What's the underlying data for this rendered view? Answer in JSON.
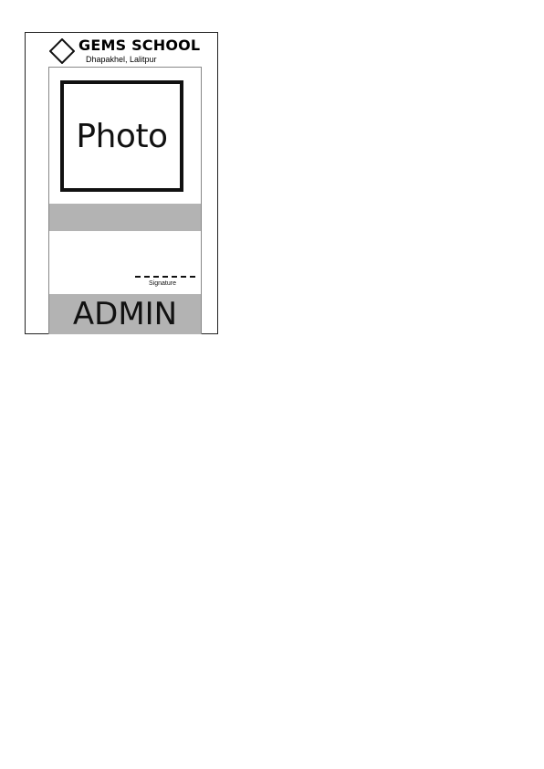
{
  "school": {
    "name": "GEMS SCHOOL",
    "address": "Dhapakhel, Lalitpur",
    "logo_icon": "diamond-icon"
  },
  "photo": {
    "placeholder": "Photo"
  },
  "signature": {
    "label": "Signature"
  },
  "role": {
    "title": "ADMIN"
  },
  "colors": {
    "band": "#b3b3b3",
    "ink": "#111111"
  }
}
